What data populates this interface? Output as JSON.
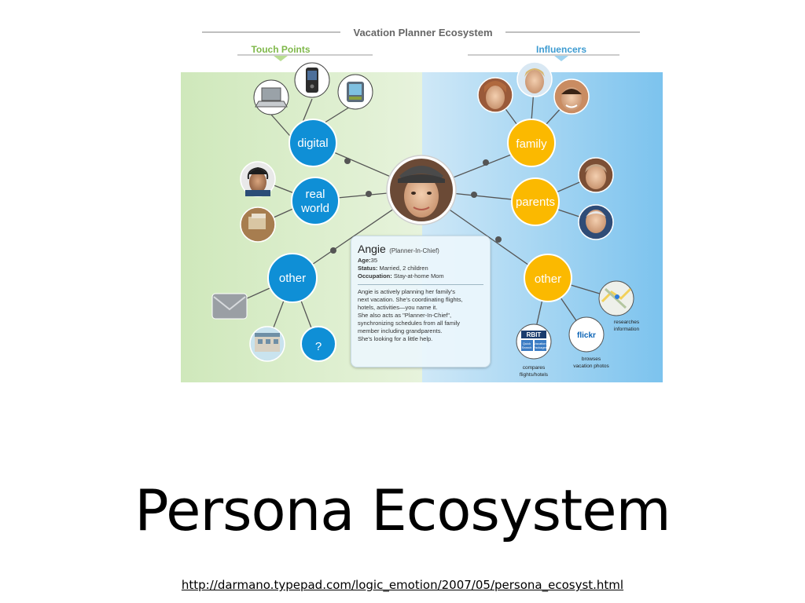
{
  "diagram": {
    "title": "Vacation Planner Ecosystem",
    "left_heading": "Touch Points",
    "right_heading": "Influencers",
    "left_nodes": {
      "digital": "digital",
      "real_world_line1": "real",
      "real_world_line2": "world",
      "other": "other",
      "question_mark": "?"
    },
    "right_nodes": {
      "family": "family",
      "parents": "parents",
      "other": "other"
    },
    "persona": {
      "name": "Angie",
      "role": "(Planner-In-Chief)",
      "age_label": "Age:",
      "age_value": "35",
      "status_label": "Status:",
      "status_value": "Married, 2 children",
      "occupation_label": "Occupation:",
      "occupation_value": "Stay-at-home Mom",
      "description": [
        "Angie is actively planning her family's",
        "next vacation.  She's coordinating flights,",
        "hotels, activities—you name it.",
        "She also acts as \"Planner-In-Chief\",",
        "synchronizing schedules from all family",
        "member including grandparents.",
        "She's looking for a little help."
      ]
    },
    "captions": {
      "compares_line1": "compares",
      "compares_line2": "flights/hotels",
      "browses_line1": "browses",
      "browses_line2": "vacation photos",
      "researches_line1": "researches",
      "researches_line2": "information"
    },
    "icon_text": {
      "flickr": "flickr",
      "orbitz": "RBIT",
      "orbitz_quick": "Quick",
      "orbitz_search": "Search",
      "orbitz_vacation": "Vacation",
      "orbitz_packages": "Packages"
    },
    "icons": [
      "laptop-icon",
      "mobile-phone-icon",
      "pda-icon",
      "man-headset-photo",
      "mailbox-photo",
      "envelope-icon",
      "store-building-icon",
      "question-mark-icon",
      "girl-photo",
      "man-photo",
      "boy-photo",
      "grandmother-photo",
      "grandfather-photo",
      "orbitz-icon",
      "flickr-icon",
      "map-icon",
      "angie-photo"
    ],
    "colors": {
      "blue_node": "#0f8fd6",
      "yellow_node": "#fbb900",
      "left_panel": "#d6ecc0",
      "right_panel": "#9fd3f0",
      "touch_points": "#7fb84a",
      "influencers": "#3d9bd1"
    }
  },
  "slide": {
    "title": "Persona Ecosystem",
    "source_url": "http://darmano.typepad.com/logic_emotion/2007/05/persona_ecosyst.html"
  }
}
